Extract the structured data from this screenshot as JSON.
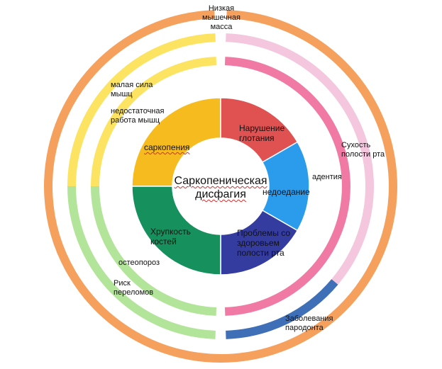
{
  "center": {
    "title": "Саркопеническая\nдисфагия"
  },
  "inner_segments": [
    {
      "name": "sarcopenia",
      "label": "саркопения",
      "color": "#F6BC1F"
    },
    {
      "name": "swallowing",
      "label": "Нарушение\nглотания",
      "color": "#E05252"
    },
    {
      "name": "malnutrition",
      "label": "недоедание",
      "color": "#2B9BEB"
    },
    {
      "name": "oral-health",
      "label": "Проблемы со\nздоровьем\nполости рта",
      "color": "#353C9F"
    },
    {
      "name": "bone-fragility",
      "label": "Хрупкость\nкостей",
      "color": "#16915E"
    }
  ],
  "ring_labels": {
    "low_muscle_mass": "Низкая\nмышечная\nмасса",
    "low_muscle_strength": "малая сила\nмышц",
    "poor_muscle_function": "недостаточная\nработа мышц",
    "dry_mouth": "Сухость\nполости рта",
    "edentulism": "адентия",
    "osteoporosis": "остеопороз",
    "fracture_risk": "Риск\nпереломов",
    "periodontal_disease": "Заболевания\nпародонта"
  },
  "colors": {
    "orange": "#F6A05E",
    "yellow": "#FCE462",
    "pink_light": "#F4C7DE",
    "pink": "#F07AA4",
    "green_light": "#B2E49A",
    "blue": "#3F6FB6"
  }
}
